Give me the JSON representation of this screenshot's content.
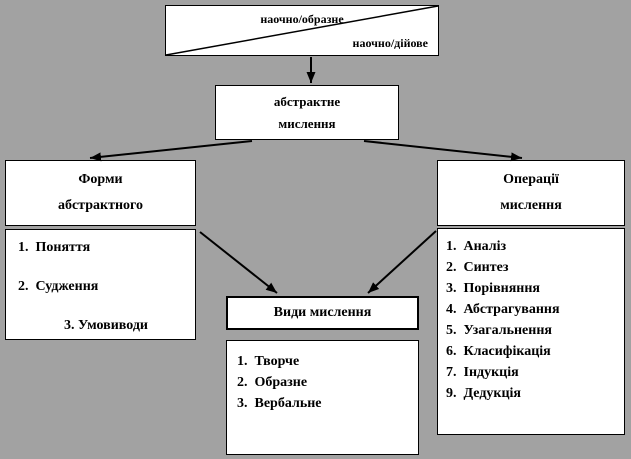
{
  "colors": {
    "background": "#a2a2a2",
    "box_background": "#ffffff",
    "line": "#000000"
  },
  "diagram": {
    "top_box": {
      "label1": "наочно/образне",
      "label2": "наочно/дійове"
    },
    "abstract_box": {
      "line1": "абстрактне",
      "line2": "мислення"
    },
    "forms_box": {
      "line1": "Форми",
      "line2": "абстрактного"
    },
    "operations_box": {
      "line1": "Операції",
      "line2": "мислення"
    },
    "types_box": {
      "label": "Види мислення"
    },
    "forms_list": {
      "items": [
        "1.  Поняття",
        "2.  Судження",
        "3. Умовиводи"
      ]
    },
    "operations_list": {
      "items": [
        "1.  Аналіз",
        "2.  Синтез",
        "3.  Порівняння",
        "4.  Абстрагування",
        "5.  Узагальнення",
        "6.  Класифікація",
        "7.  Індукція",
        "9.  Дедукція"
      ]
    },
    "types_list": {
      "items": [
        "1.  Творче",
        "2.  Образне",
        "3.  Вербальне"
      ]
    }
  }
}
